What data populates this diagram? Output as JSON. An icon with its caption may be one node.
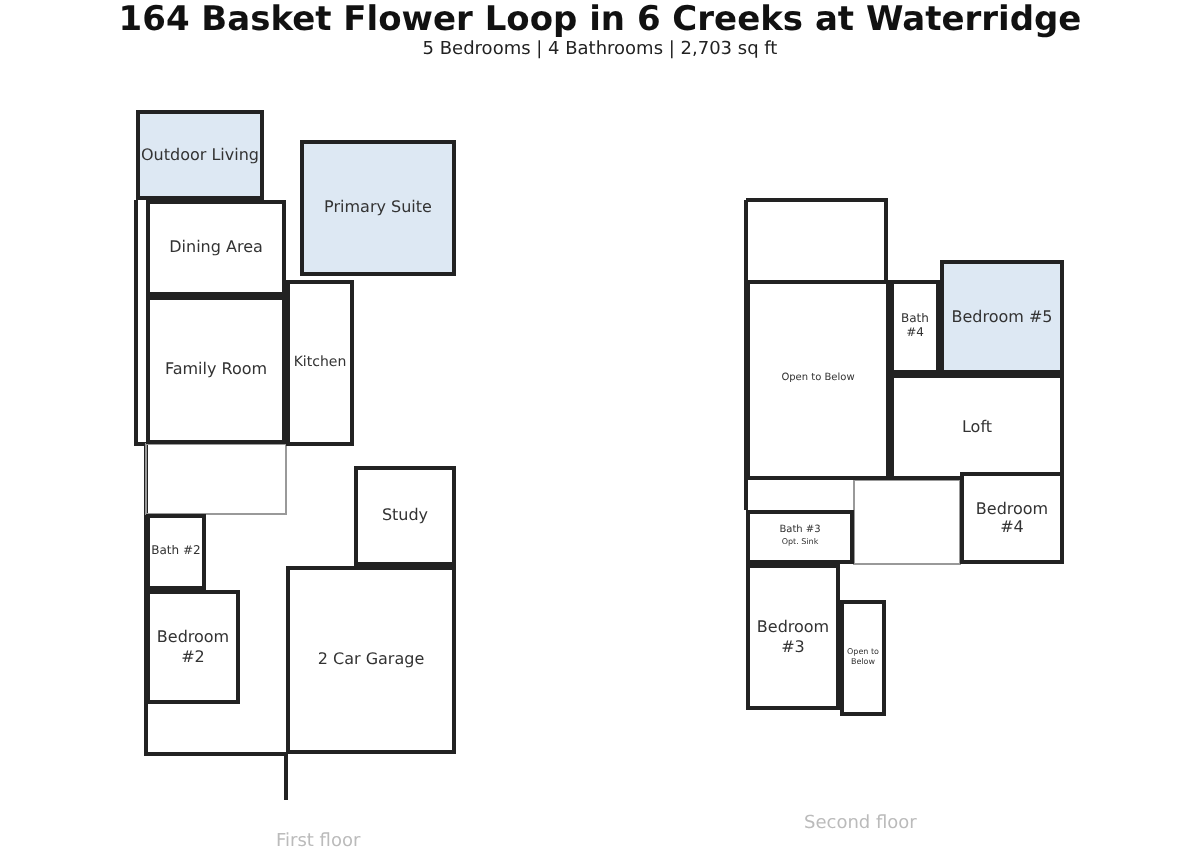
{
  "diagram": {
    "title": "164 Basket Flower Loop in 6 Creeks at Waterridge",
    "caption": "5 Bedrooms | 4 Bathrooms | 2,703 sq ft",
    "nodes": [
      {
        "text": [
          "Outdoor Living"
        ]
      },
      {
        "text": [
          "Primary Suite"
        ]
      },
      {
        "text": [
          "Dining Area"
        ]
      },
      {
        "text": [
          "Family Room"
        ]
      },
      {
        "text": [
          "Kitchen"
        ]
      },
      {
        "text": [
          "Study"
        ]
      },
      {
        "text": [
          "Bath #2"
        ]
      },
      {
        "text": [
          "Bedroom #2"
        ]
      },
      {
        "text": [
          "2 Car Garage"
        ]
      },
      {
        "text": [
          "Open to Below"
        ]
      },
      {
        "text": [
          "Bath #4"
        ]
      },
      {
        "text": [
          "Bedroom #5"
        ]
      },
      {
        "text": [
          "Loft"
        ]
      },
      {
        "text": [
          "Bedroom #4"
        ]
      },
      {
        "text": [
          "Bath #3",
          "Opt. Sink"
        ]
      },
      {
        "text": [
          "Bedroom #3"
        ]
      },
      {
        "text": [
          "Open to Below"
        ]
      }
    ],
    "edges": [],
    "labels": [
      "First floor",
      "Second floor"
    ]
  }
}
